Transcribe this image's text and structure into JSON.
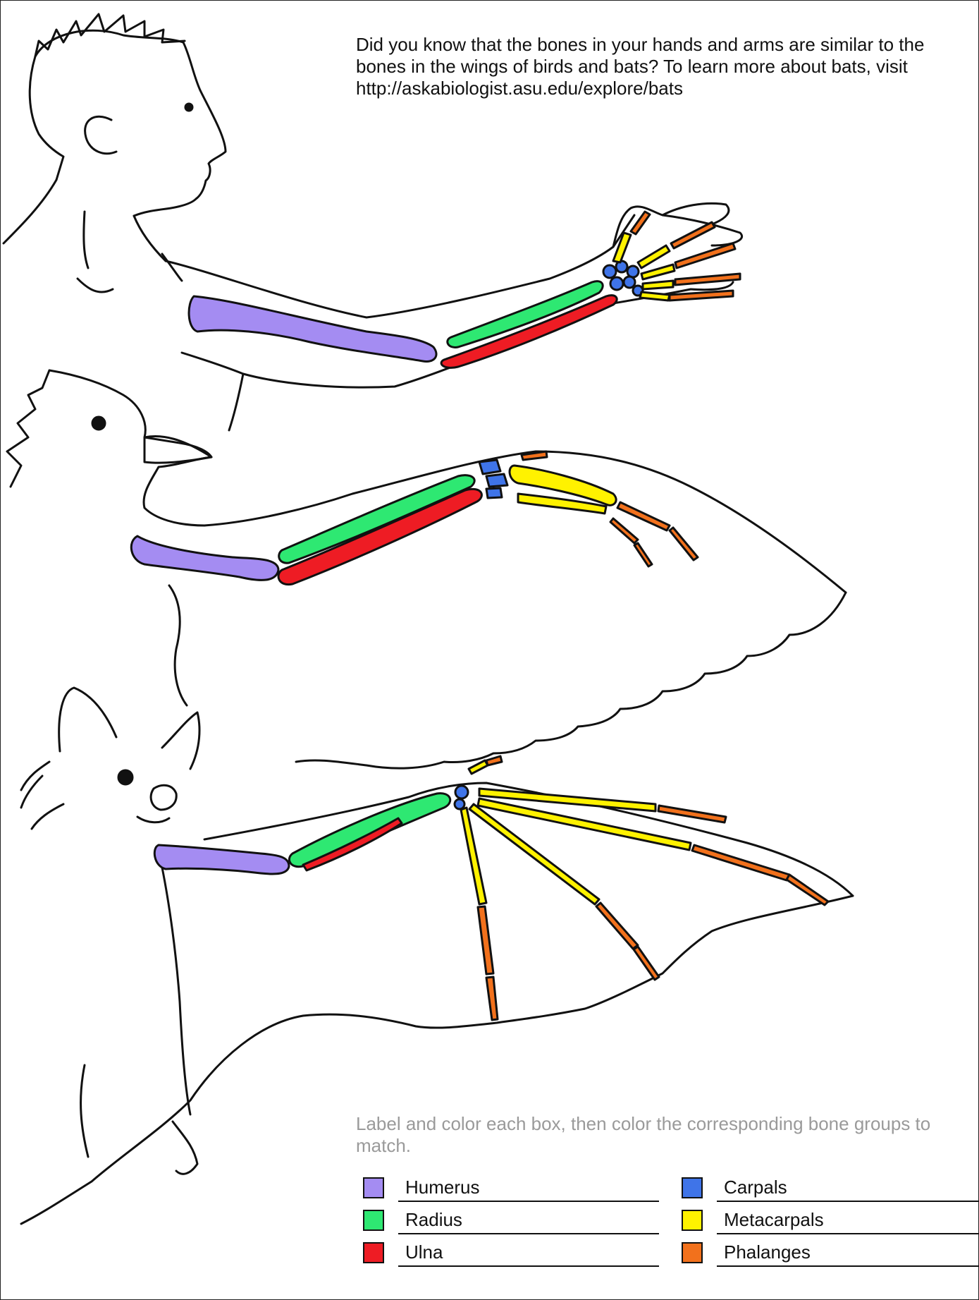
{
  "intro_text": "Did you know that the bones in your hands and arms are similar to the bones in the wings of birds and bats?  To learn more about bats, visit http://askabiologist.asu.edu/explore/bats",
  "instructions_text": "Label and color each box, then color the corresponding bone groups to match.",
  "colors": {
    "humerus": "#a48cf2",
    "radius": "#2ee872",
    "ulna": "#ee1c24",
    "carpals": "#3f74e8",
    "metacarpals": "#fff200",
    "phalanges": "#f2711c"
  },
  "legend": {
    "humerus": "Humerus",
    "radius": "Radius",
    "ulna": "Ulna",
    "carpals": "Carpals",
    "metacarpals": "Metacarpals",
    "phalanges": "Phalanges"
  }
}
